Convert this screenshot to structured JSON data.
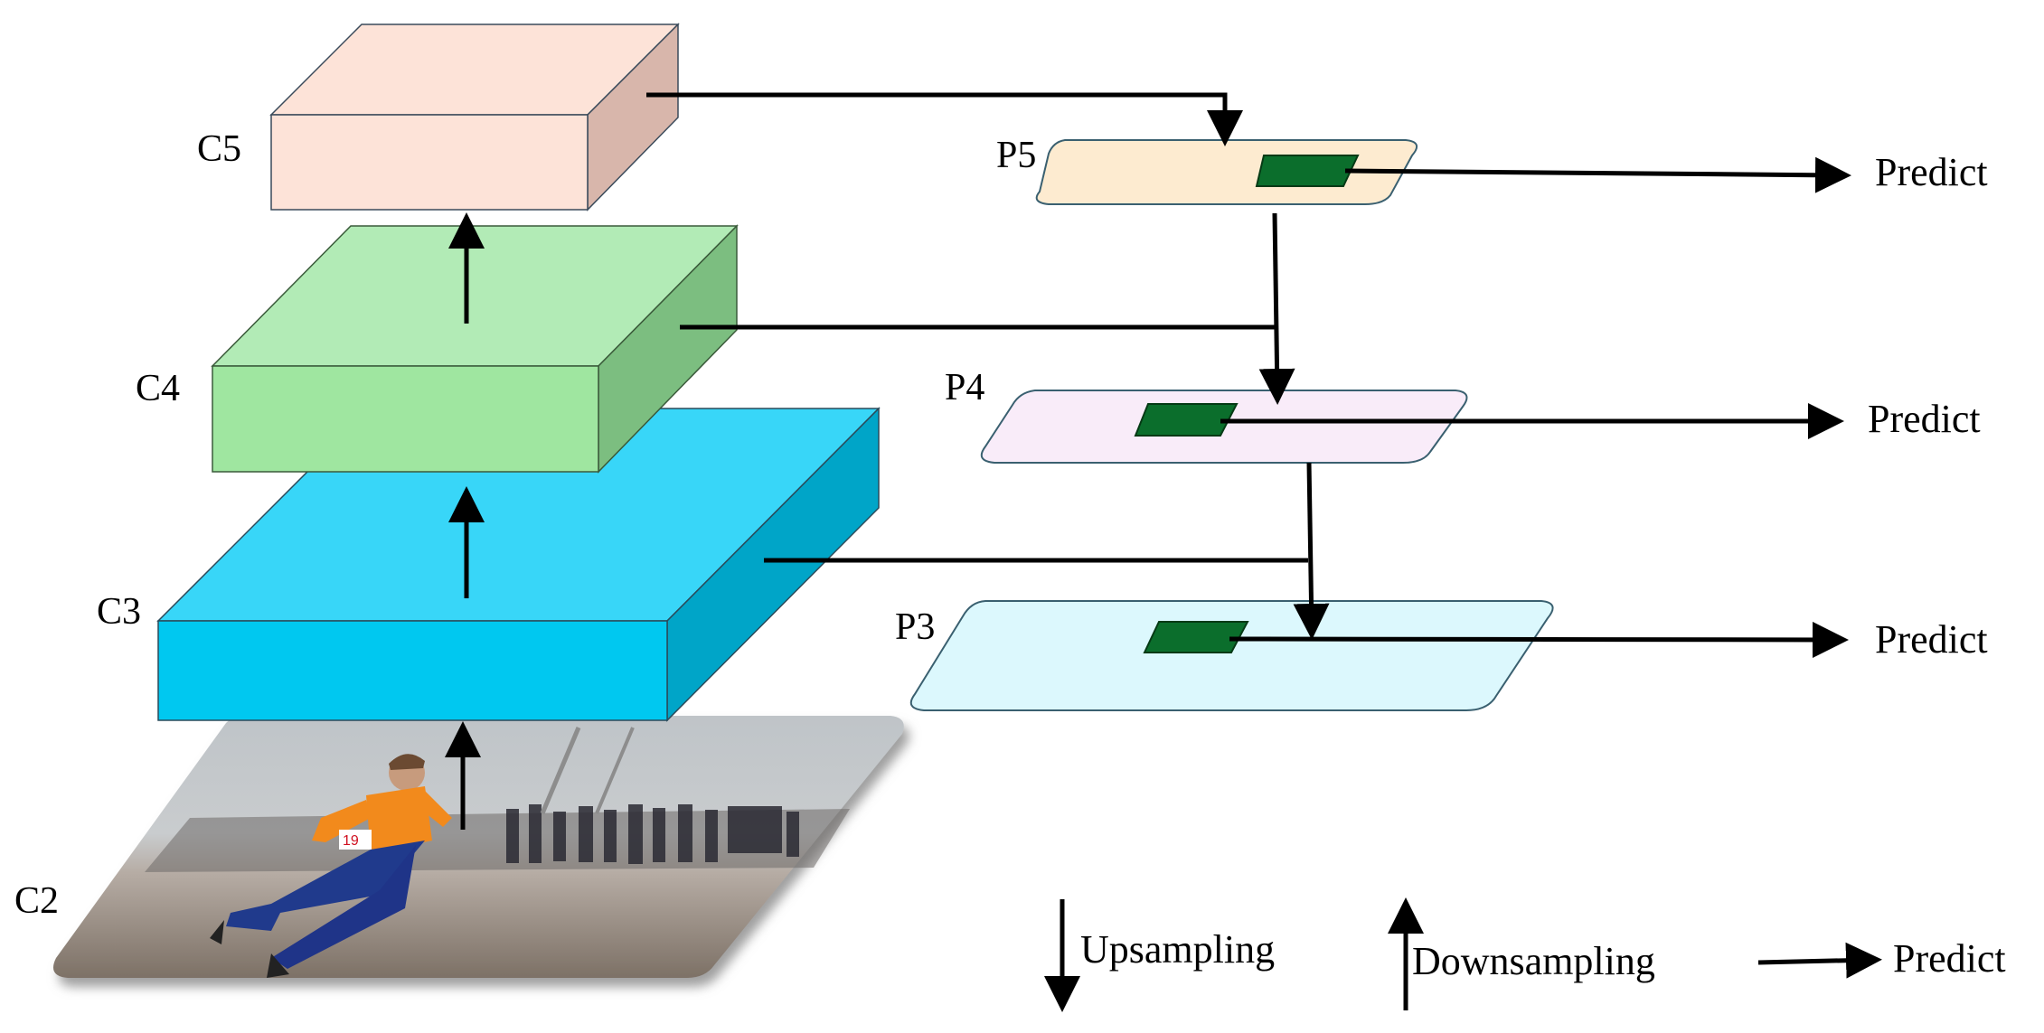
{
  "labels": {
    "c5": "C5",
    "c4": "C4",
    "c3": "C3",
    "c2": "C2",
    "p5": "P5",
    "p4": "P4",
    "p3": "P3"
  },
  "predict": {
    "p5": "Predict",
    "p4": "Predict",
    "p3": "Predict"
  },
  "legend": {
    "upsampling": "Upsampling",
    "downsampling": "Downsampling",
    "predict": "Predict"
  },
  "colors": {
    "c5_front": "#fde3d8",
    "c5_top": "#fde3d8",
    "c5_side": "#d8b6ab",
    "c4_front": "#9fe6a0",
    "c4_top": "#b2ebb6",
    "c4_side": "#7cbe80",
    "c3_front": "#00c8f0",
    "c3_top": "#38d6f8",
    "c3_side": "#00a5c8",
    "p5_fill": "#fdebd0",
    "p4_fill": "#f9ecf9",
    "p3_fill": "#dcf8fd",
    "predictor": "#0b6e2c",
    "arrow": "#000000"
  }
}
